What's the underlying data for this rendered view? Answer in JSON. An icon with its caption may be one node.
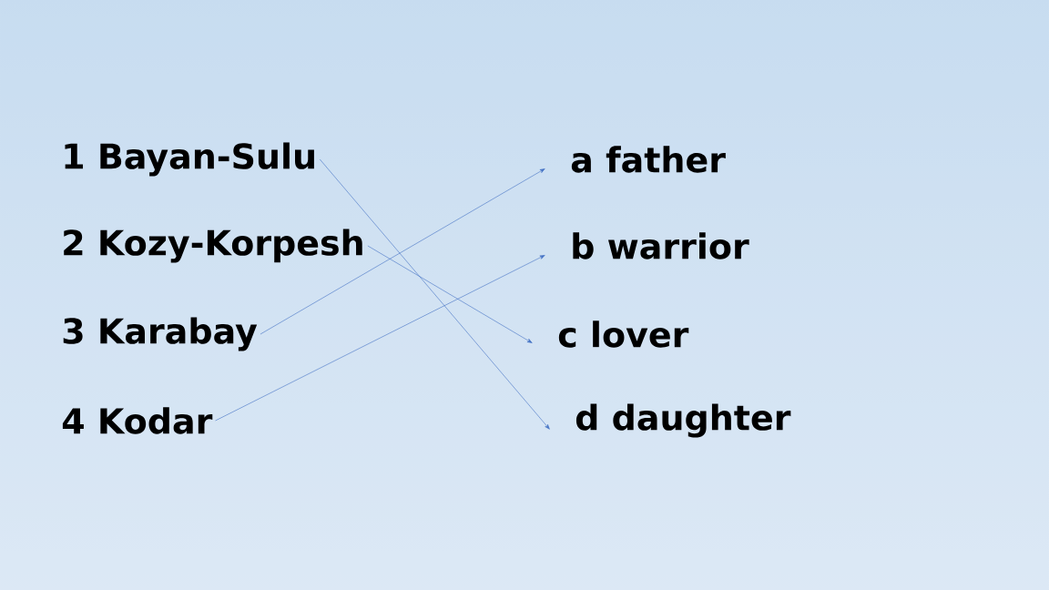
{
  "diagram": {
    "nodes": [
      {
        "text": [
          "1 Bayan-Sulu"
        ]
      },
      {
        "text": [
          "2 Kozy-Korpesh"
        ]
      },
      {
        "text": [
          "3 Karabay"
        ]
      },
      {
        "text": [
          "4 Kodar"
        ]
      },
      {
        "text": [
          "a father"
        ]
      },
      {
        "text": [
          "b warrior"
        ]
      },
      {
        "text": [
          "c lover"
        ]
      },
      {
        "text": [
          "d daughter"
        ]
      }
    ],
    "edges": [
      {
        "from": 0,
        "to": 7,
        "arrow": "to"
      },
      {
        "from": 1,
        "to": 6,
        "arrow": "to"
      },
      {
        "from": 2,
        "to": 4,
        "arrow": "to"
      },
      {
        "from": 3,
        "to": 5,
        "arrow": "to"
      }
    ]
  }
}
